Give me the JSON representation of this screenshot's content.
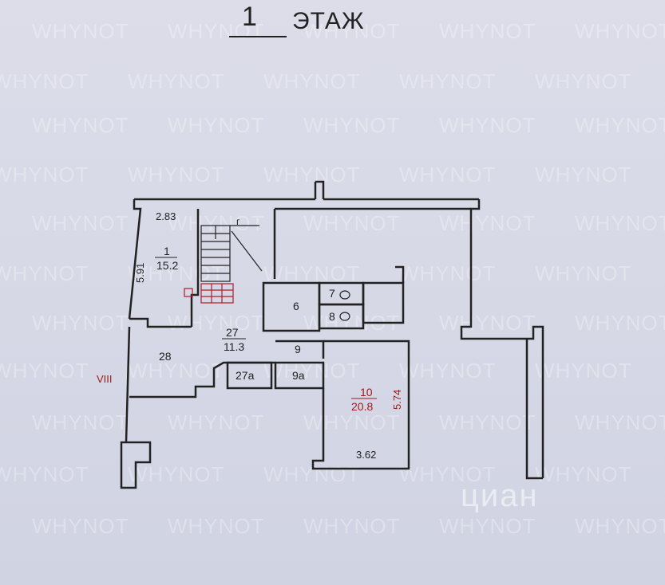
{
  "title": {
    "number": "1",
    "suffix": "ЭТАЖ"
  },
  "watermark": "WHYNOT",
  "logo": "циан",
  "axis_label": "VIII",
  "rooms": [
    {
      "id": "1",
      "area": "15.2"
    },
    {
      "id": "27",
      "area": "11.3"
    },
    {
      "id": "10",
      "area": "20.8"
    },
    {
      "id": "28"
    },
    {
      "id": "6"
    },
    {
      "id": "7"
    },
    {
      "id": "8"
    },
    {
      "id": "9"
    },
    {
      "id": "9a"
    },
    {
      "id": "27a"
    }
  ],
  "dimensions": {
    "room1_width": "2.83",
    "room1_height": "5.91",
    "room10_width": "3.62",
    "room10_height": "5.74"
  },
  "stair_mark": "г",
  "colors": {
    "wall": "#222222",
    "accent": "#9a1a1a",
    "background": "#d8dae7"
  }
}
